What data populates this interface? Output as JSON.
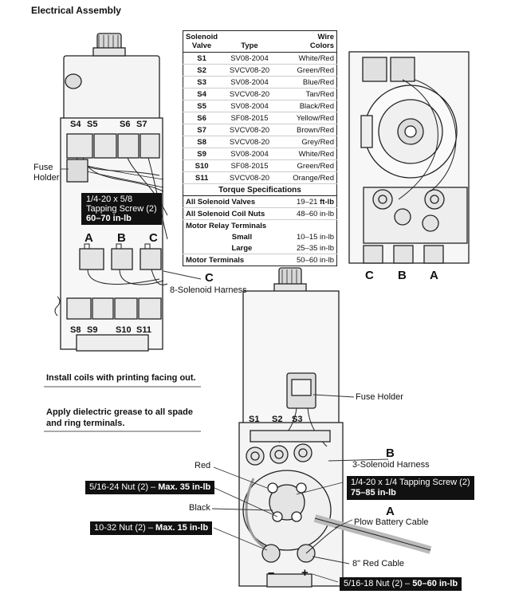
{
  "title": "Electrical Assembly",
  "table": {
    "headers": [
      "Solenoid\nValve",
      "Type",
      "Wire\nColors"
    ],
    "header_solenoid": "Solenoid",
    "header_valve": "Valve",
    "header_type": "Type",
    "header_wire": "Wire",
    "header_colors": "Colors",
    "rows": [
      {
        "valve": "S1",
        "type": "SV08-2004",
        "colors": "White/Red"
      },
      {
        "valve": "S2",
        "type": "SVCV08-20",
        "colors": "Green/Red"
      },
      {
        "valve": "S3",
        "type": "SV08-2004",
        "colors": "Blue/Red"
      },
      {
        "valve": "S4",
        "type": "SVCV08-20",
        "colors": "Tan/Red"
      },
      {
        "valve": "S5",
        "type": "SV08-2004",
        "colors": "Black/Red"
      },
      {
        "valve": "S6",
        "type": "SF08-2015",
        "colors": "Yellow/Red"
      },
      {
        "valve": "S7",
        "type": "SVCV08-20",
        "colors": "Brown/Red"
      },
      {
        "valve": "S8",
        "type": "SVCV08-20",
        "colors": "Grey/Red"
      },
      {
        "valve": "S9",
        "type": "SV08-2004",
        "colors": "White/Red"
      },
      {
        "valve": "S10",
        "type": "SF08-2015",
        "colors": "Green/Red"
      },
      {
        "valve": "S11",
        "type": "SVCV08-20",
        "colors": "Orange/Red"
      }
    ],
    "torque_title": "Torque Specifications",
    "torque": {
      "valves_label": "All Solenoid Valves",
      "valves_value": "19–21 ",
      "valves_unit": "ft-lb",
      "coil_label": "All Solenoid Coil Nuts",
      "coil_value": "48–60 in-lb",
      "relay_label": "Motor Relay Terminals",
      "small_label": "Small",
      "small_value": "10–15 in-lb",
      "large_label": "Large",
      "large_value": "25–35 in-lb",
      "motor_label": "Motor Terminals",
      "motor_value": "50–60 in-lb"
    }
  },
  "left_view": {
    "s4": "S4",
    "s5": "S5",
    "s6": "S6",
    "s7": "S7",
    "s8": "S8",
    "s9": "S9",
    "s10": "S10",
    "s11": "S11",
    "fuse_1": "Fuse",
    "fuse_2": "Holder",
    "screw_line1": "1/4-20 x 5/8",
    "screw_line2": "Tapping Screw (2)",
    "screw_torque": "60–70 in-lb",
    "a": "A",
    "b": "B",
    "c": "C",
    "harness_letter": "C",
    "harness_label": "8-Solenoid Harness"
  },
  "right_view": {
    "c": "C",
    "b": "B",
    "a": "A"
  },
  "notes": {
    "coils": "Install coils with printing facing out.",
    "grease_1": "Apply dielectric grease to all spade",
    "grease_2": "and ring terminals."
  },
  "bottom_view": {
    "fuse_holder": "Fuse Holder",
    "s1": "S1",
    "s2": "S2",
    "s3": "S3",
    "b_letter": "B",
    "harness": "3-Solenoid Harness",
    "red": "Red",
    "black": "Black",
    "nut1_text": "5/16-24 Nut (2) – ",
    "nut1_torque": "Max. 35 in-lb",
    "screw_text": "1/4-20 x 1/4 Tapping Screw (2)",
    "screw_torque": "75–85 in-lb",
    "a_letter": "A",
    "plow_cable": "Plow Battery Cable",
    "nut2_text": "10-32 Nut (2) – ",
    "nut2_torque": "Max. 15 in-lb",
    "red_cable": "8\" Red Cable",
    "minus": "–",
    "plus": "+",
    "nut3_text": "5/16-18 Nut (2) – ",
    "nut3_torque": "50–60 in-lb"
  }
}
